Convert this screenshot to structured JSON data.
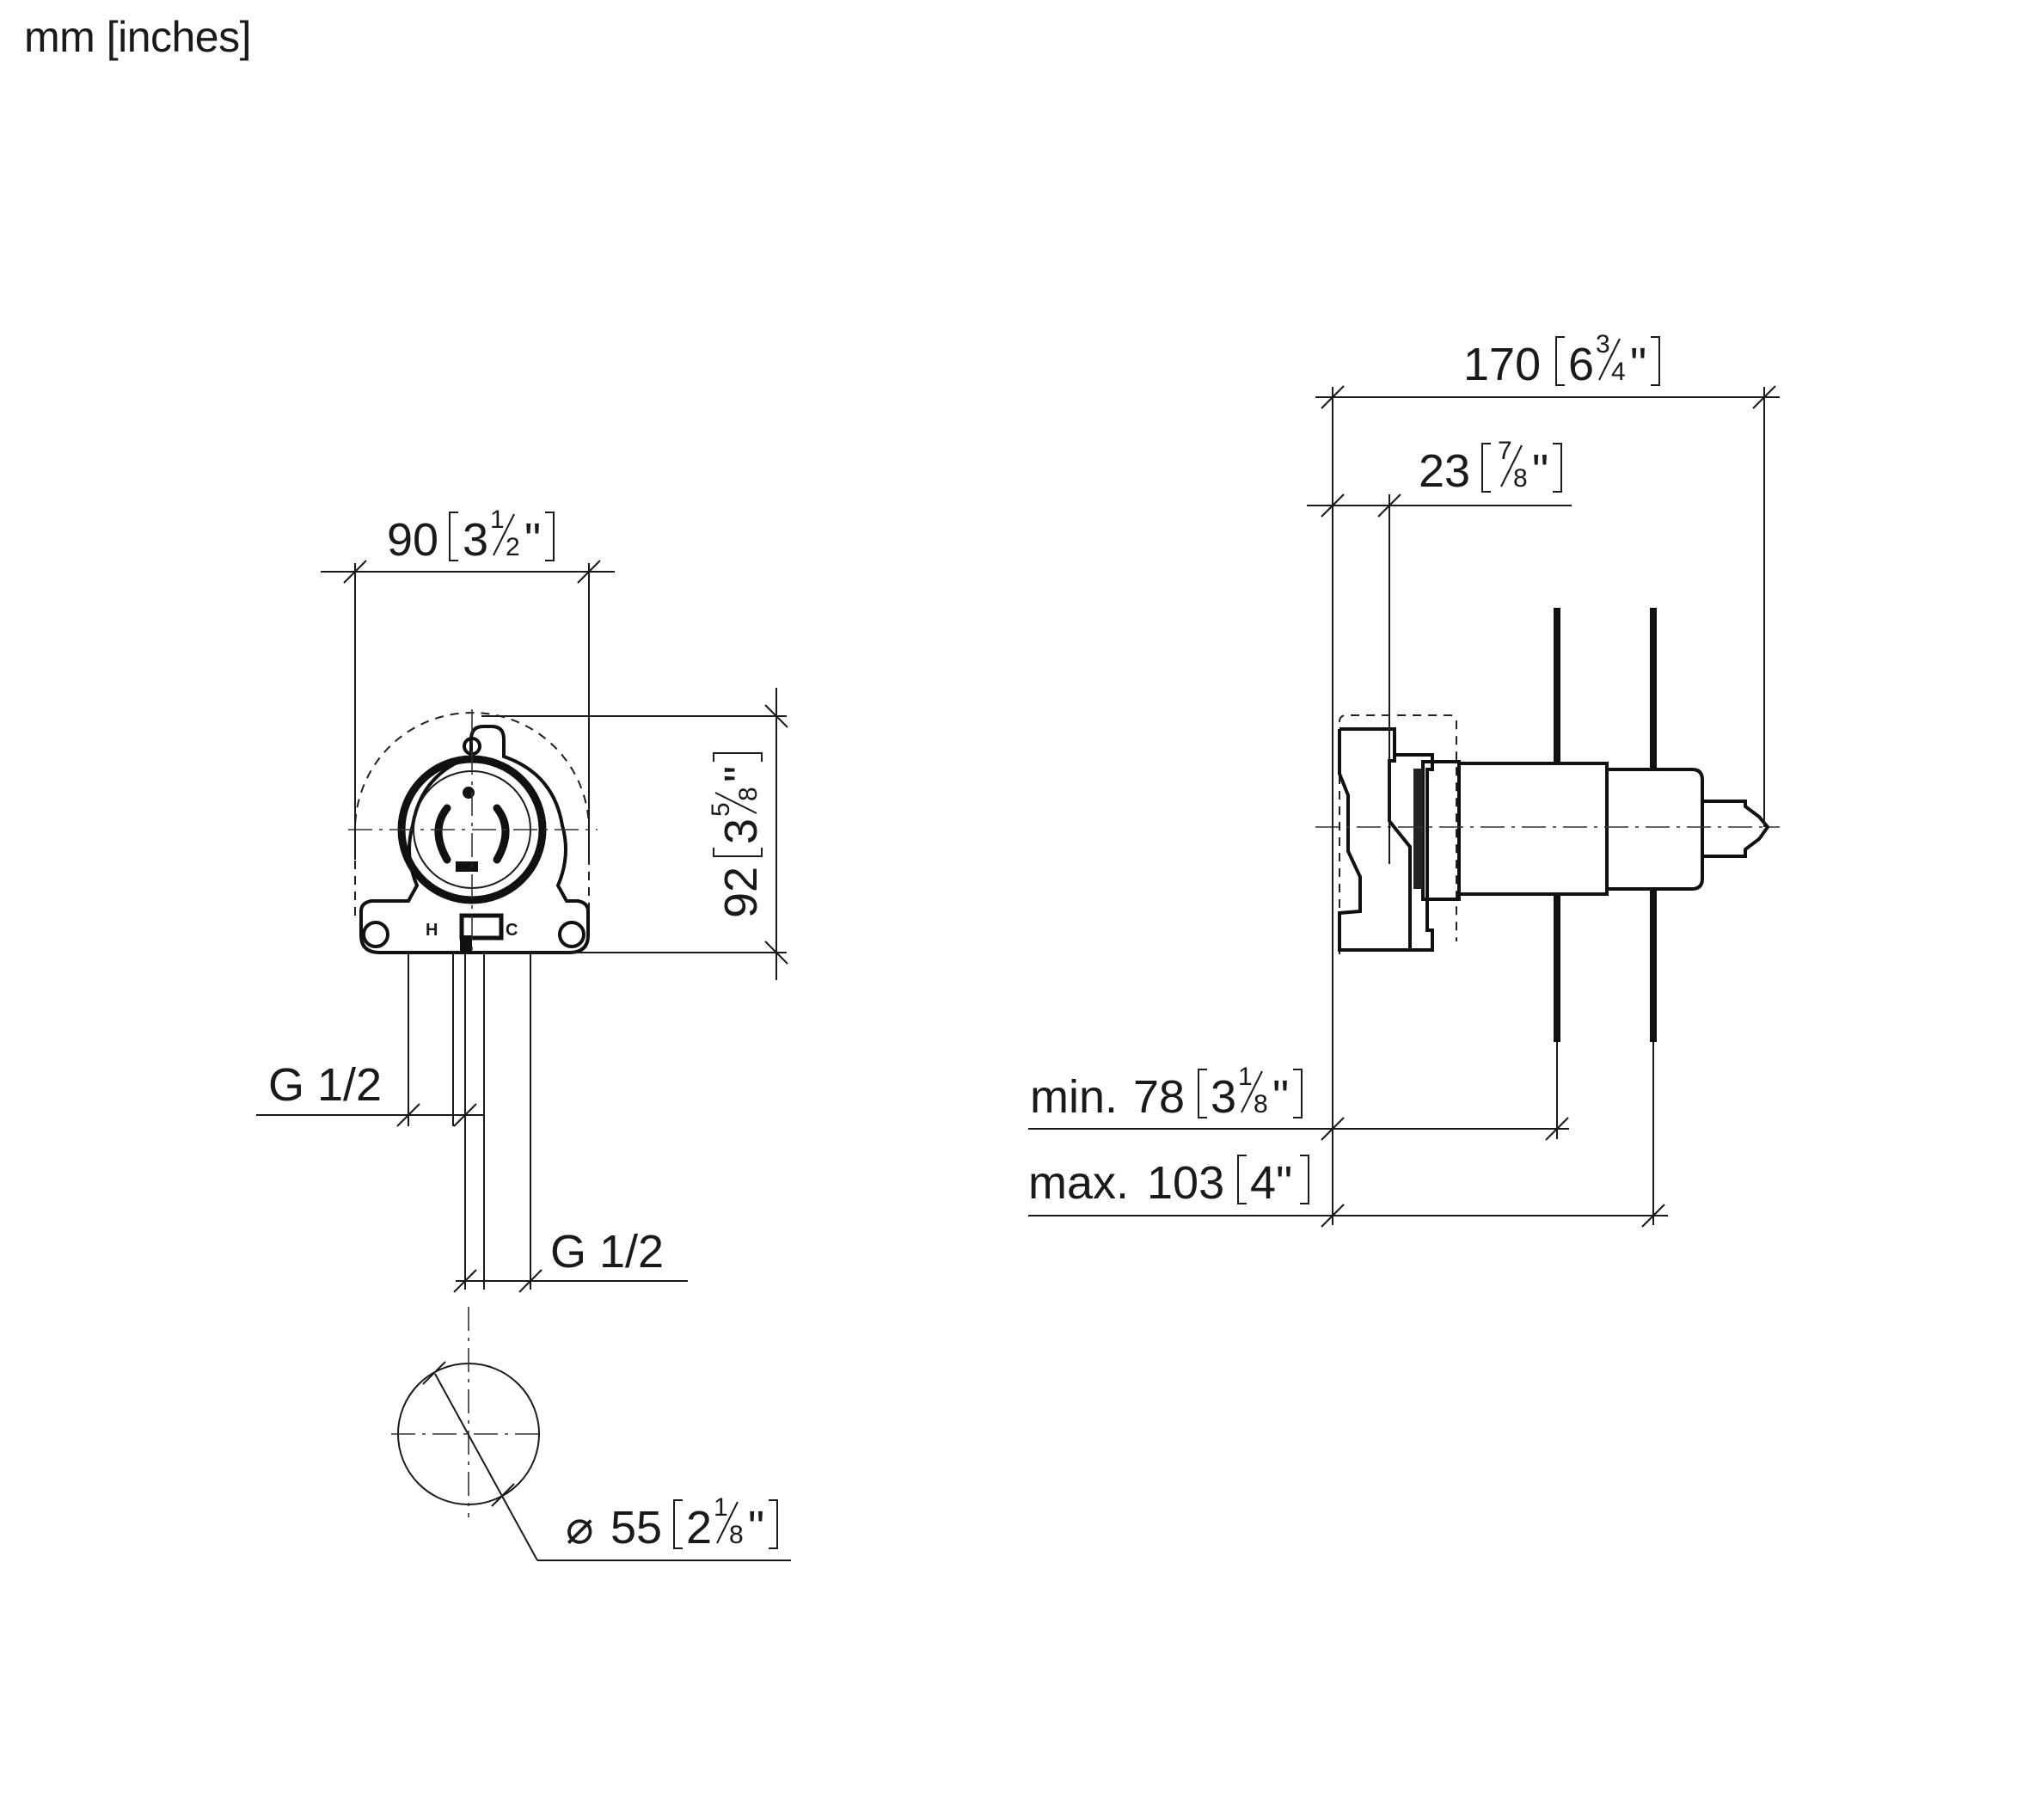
{
  "units_label": "mm [inches]",
  "dimensions": {
    "front_width": {
      "mm": "90",
      "whole": "3",
      "num": "1",
      "den": "2"
    },
    "front_height": {
      "mm": "92",
      "whole": "3",
      "num": "5",
      "den": "8"
    },
    "thread_top": "G 1/2",
    "thread_bottom": "G 1/2",
    "diameter": {
      "symbol": "⌀",
      "mm": "55",
      "whole": "2",
      "num": "1",
      "den": "8"
    },
    "overall_depth": {
      "mm": "170",
      "whole": "6",
      "num": "3",
      "den": "4"
    },
    "flange_depth": {
      "mm": "23",
      "whole": "",
      "num": "7",
      "den": "8"
    },
    "min_depth": {
      "prefix": "min.",
      "mm": "78",
      "whole": "3",
      "num": "1",
      "den": "8"
    },
    "max_depth": {
      "prefix": "max.",
      "mm": "103",
      "inch": "4\""
    }
  },
  "valve_markings": {
    "hot": "H",
    "cold": "C"
  },
  "inch_mark": "\""
}
